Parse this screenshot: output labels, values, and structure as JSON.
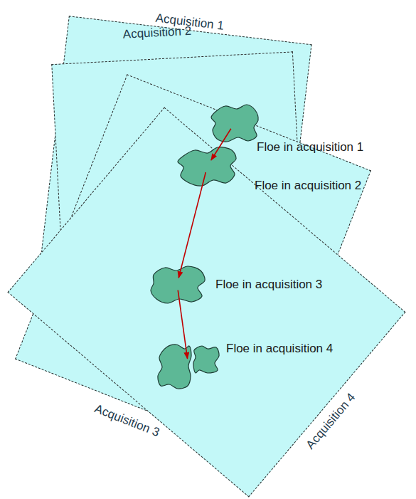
{
  "diagram": {
    "nodes": [
      {
        "text": [
          "Acquisition 1"
        ]
      },
      {
        "text": [
          "Acquisition 2"
        ]
      },
      {
        "text": [
          "Acquisition 3"
        ]
      },
      {
        "text": [
          "Acquisition 4"
        ]
      },
      {
        "text": [
          "Floe in acquisition 1"
        ]
      },
      {
        "text": [
          "Floe in acquisition 2"
        ]
      },
      {
        "text": [
          "Floe in acquisition 3"
        ]
      },
      {
        "text": [
          "Floe in acquisition 4"
        ]
      }
    ],
    "edges": [
      {
        "from": 4,
        "to": 5,
        "arrow": "to"
      },
      {
        "from": 5,
        "to": 6,
        "arrow": "to"
      },
      {
        "from": 6,
        "to": 7,
        "arrow": "to"
      }
    ]
  }
}
